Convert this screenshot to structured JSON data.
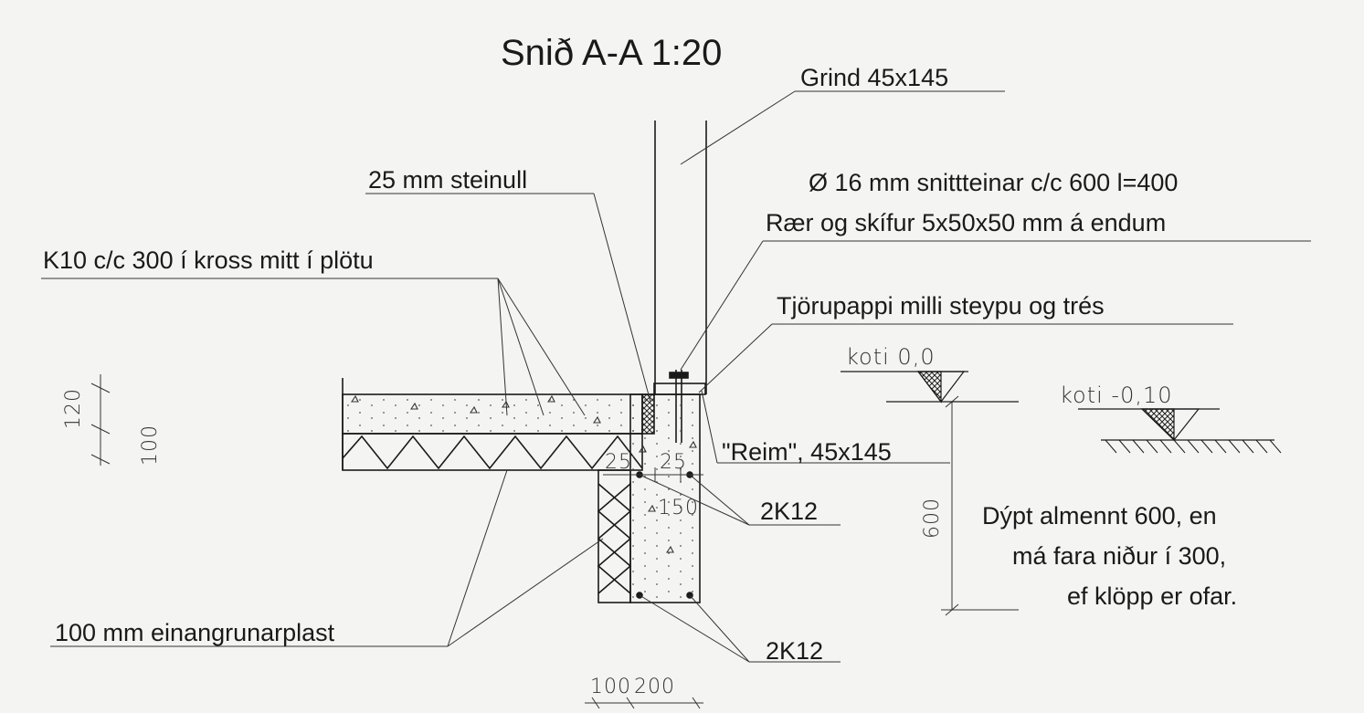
{
  "title": {
    "main": "Snið A-A",
    "scale": "1:20"
  },
  "labels": {
    "grind": "Grind 45x145",
    "steinull": "25 mm steinull",
    "snittteinar": "Ø 16 mm snittteinar c/c 600 l=400",
    "raer": "Rær og skífur 5x50x50 mm á endum",
    "k10": "K10 c/c 300 í kross mitt í plötu",
    "tjorupappi": "Tjörupappi milli steypu og trés",
    "reim": "\"Reim\", 45x145",
    "rebar_upper": "2K12",
    "rebar_lower": "2K12",
    "einangrun": "100 mm einangrunarplast",
    "dypt_1": "Dýpt almennt 600, en",
    "dypt_2": "má fara niður í 300,",
    "dypt_3": "ef klöpp er ofar."
  },
  "levels": {
    "koti_top": "koti 0,0",
    "koti_ground": "koti -0,10"
  },
  "dimensions": {
    "d120": "120",
    "d100": "100",
    "d600": "600",
    "d25a": "25",
    "d25b": "25",
    "d150": "150",
    "d100b": "100",
    "d200": "200"
  },
  "colors": {
    "ink": "#1a1a1a",
    "paper": "#f4f4f2"
  }
}
